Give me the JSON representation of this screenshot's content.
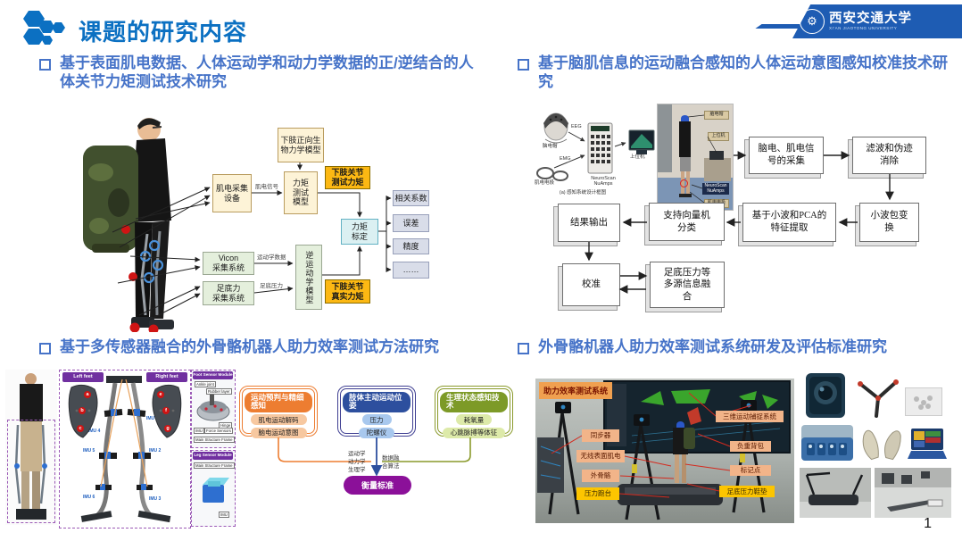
{
  "header": {
    "title": "课题的研究内容",
    "university_cn": "西安交通大学",
    "university_en": "XI'AN JIAOTONG UNIVERSITY"
  },
  "page_number": "1",
  "colors": {
    "header_blue": "#0b70c2",
    "title_blue": "#4673c8",
    "banner_blue": "#1e5cb3",
    "box_orange": "#fcb813",
    "box_cream": "#fdf3d7",
    "box_green": "#e4efdc",
    "box_cyan": "#dbf0f2",
    "box_lavender": "#d9dde9",
    "group_orange": "#ed7d31",
    "group_blue": "#2d4f9e",
    "group_olive": "#7d9a27",
    "result_purple": "#7030a0",
    "callout_orange": "#f2b489",
    "callout_yellow": "#fdc500"
  },
  "q1": {
    "title": "基于表面肌电数据、人体运动学和动力学数据的正/逆结合的人体关节力矩测试技术研究",
    "flow": {
      "bio_model": "下肢正向生\n物力学模型",
      "emg_device": "肌电采集\n设备",
      "emg_signal": "肌电信号",
      "torque_model": "力矩\n测试\n模型",
      "test_torque": "下肢关节\n测试力矩",
      "vicon": "Vicon\n采集系统",
      "kinematics": "运动学数据",
      "foot_system": "足底力\n采集系统",
      "foot_pressure": "足底压力",
      "inverse_model": "逆运动学模型",
      "true_torque": "下肢关节\n真实力矩",
      "calibration": "力矩\n标定",
      "outputs": [
        "相关系数",
        "误差",
        "精度",
        "……"
      ]
    }
  },
  "q2": {
    "title": "基于脑肌信息的运动融合感知的人体运动意图感知校准技术研究",
    "schematic": {
      "eeg_cap": "脑电帽",
      "eeg": "EEG",
      "emg": "EMG",
      "emg_electrode": "肌电电极",
      "device": "NeuroScan\nNuAmps",
      "host": "上位机",
      "caption": "(a) 感知系统设计框图"
    },
    "photo_labels": {
      "cap": "脑电帽",
      "host": "上位机",
      "device": "NeuroScan\nNuAmps",
      "electrode": "肌电电极"
    },
    "flow": {
      "acquire": "脑电、肌电信\n号的采集",
      "filter": "滤波和伪迹\n消除",
      "wavelet": "小波包变\n换",
      "feature": "基于小波和PCA的\n特征提取",
      "svm": "支持向量机\n分类",
      "output": "结果输出",
      "calibrate": "校准",
      "fusion": "足底压力等\n多源信息融\n合"
    }
  },
  "q3": {
    "title": "基于多传感器融合的外骨骼机器人助力效率测试方法研究",
    "diagram": {
      "left_feet": "Left feet",
      "right_feet": "Right feet",
      "foot_module": "Foot Sensor Module",
      "leg_module": "Leg Sensor Module",
      "ankle": "Ankle joint",
      "rubber": "Rubber layer",
      "hinge": "Hinge",
      "imu": "IMU",
      "force": "Force Sensors",
      "frame": "Main Structure Frame",
      "frame2": "Main Structure Frame",
      "imu_units": [
        "IMU 1",
        "IMU 2",
        "IMU 3",
        "IMU 4",
        "IMU 5",
        "IMU 6"
      ],
      "pts_left": [
        "a",
        "b",
        "c"
      ],
      "pts_right": [
        "e",
        "f",
        "g"
      ]
    },
    "groups": [
      {
        "header": "运动预判与精细感知",
        "items": [
          "肌电运动解码",
          "脑电运动意图"
        ]
      },
      {
        "header": "肢体主动运动位姿",
        "items": [
          "压力",
          "陀螺仪"
        ]
      },
      {
        "header": "生理状态感知技术",
        "items": [
          "耗氧量",
          "心跳脉搏等体征"
        ]
      }
    ],
    "converge": {
      "left_label": "运动学\n动力学\n生理学",
      "right_label": "数据融\n合算法",
      "result": "衡量标准"
    }
  },
  "q4": {
    "title": "外骨骼机器人助力效率测试系统研发及评估标准研究",
    "photo_title": "助力效率测试系统",
    "callouts_left": [
      "同步器",
      "无线表面肌电",
      "外骨骼",
      "压力跑台"
    ],
    "callouts_right": [
      "三维运动捕捉系统",
      "负重背包",
      "标记点",
      "足底压力鞋垫"
    ]
  }
}
